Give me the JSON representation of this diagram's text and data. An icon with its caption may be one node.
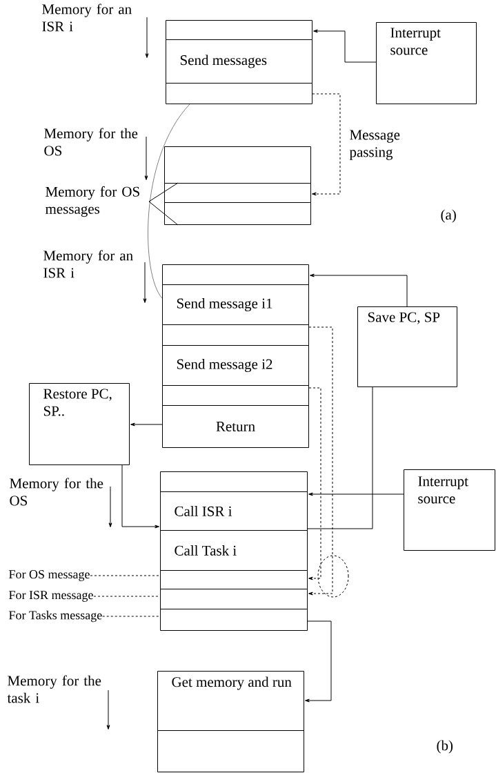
{
  "diagram": {
    "nodes": [
      {
        "text": [],
        "shape": "box"
      },
      {
        "text": [
          "Send messages"
        ]
      },
      {
        "text": [],
        "shape": "box"
      },
      {
        "text": [
          "Interrupt source"
        ]
      },
      {
        "text": [],
        "shape": "box"
      },
      {
        "text": [],
        "shape": "box"
      },
      {
        "text": [],
        "shape": "box"
      },
      {
        "text": [
          "Memory for OS messages"
        ]
      },
      {
        "text": [],
        "shape": "box"
      },
      {
        "text": [
          "Send message i1"
        ]
      },
      {
        "text": [],
        "shape": "box"
      },
      {
        "text": [
          "Send message i2"
        ]
      },
      {
        "text": [],
        "shape": "box"
      },
      {
        "text": [
          "Return"
        ]
      },
      {
        "text": [
          "Save PC, SP"
        ]
      },
      {
        "text": [
          "Restore PC, SP.."
        ]
      },
      {
        "text": [],
        "shape": "box"
      },
      {
        "text": [
          "Call ISR i"
        ]
      },
      {
        "text": [
          "Call Task i"
        ]
      },
      {
        "text": [],
        "shape": "box"
      },
      {
        "text": [],
        "shape": "box"
      },
      {
        "text": [],
        "shape": "box"
      },
      {
        "text": [
          "Interrupt source"
        ]
      },
      {
        "text": [
          "For OS message"
        ]
      },
      {
        "text": [
          "For ISR message"
        ]
      },
      {
        "text": [
          "For Tasks message"
        ]
      },
      {
        "text": [
          "Get memory and run"
        ]
      },
      {
        "text": [],
        "shape": "box"
      }
    ],
    "edges": [
      {
        "from": 3,
        "to": 0,
        "arrow": "to"
      },
      {
        "from": 2,
        "to": 5,
        "arrow": "to",
        "style": "dashed",
        "label": "Message passing"
      },
      {
        "from": 7,
        "to": 5,
        "arrow": "none"
      },
      {
        "from": 7,
        "to": 6,
        "arrow": "none"
      },
      {
        "from": 2,
        "to": 9,
        "arrow": "none"
      },
      {
        "from": 14,
        "to": 8,
        "arrow": "to"
      },
      {
        "from": 13,
        "to": 15,
        "arrow": "to"
      },
      {
        "from": 22,
        "to": 17,
        "arrow": "to"
      },
      {
        "from": 14,
        "to": 17,
        "arrow": "none"
      },
      {
        "from": 15,
        "to": 17,
        "arrow": "to"
      },
      {
        "from": 10,
        "to": 20,
        "arrow": "to",
        "style": "dashed"
      },
      {
        "from": 12,
        "to": 19,
        "arrow": "to",
        "style": "dashed"
      },
      {
        "from": 23,
        "to": 19,
        "arrow": "none",
        "style": "dashed"
      },
      {
        "from": 24,
        "to": 20,
        "arrow": "none",
        "style": "dashed"
      },
      {
        "from": 25,
        "to": 21,
        "arrow": "none",
        "style": "dashed"
      },
      {
        "from": 21,
        "to": 26,
        "arrow": "to"
      }
    ],
    "labels": [
      "Memory for an ISR i",
      "Memory for the OS",
      "(a)",
      "Memory for an ISR i",
      "Memory for the OS",
      "Memory for the task i",
      "(b)"
    ]
  }
}
